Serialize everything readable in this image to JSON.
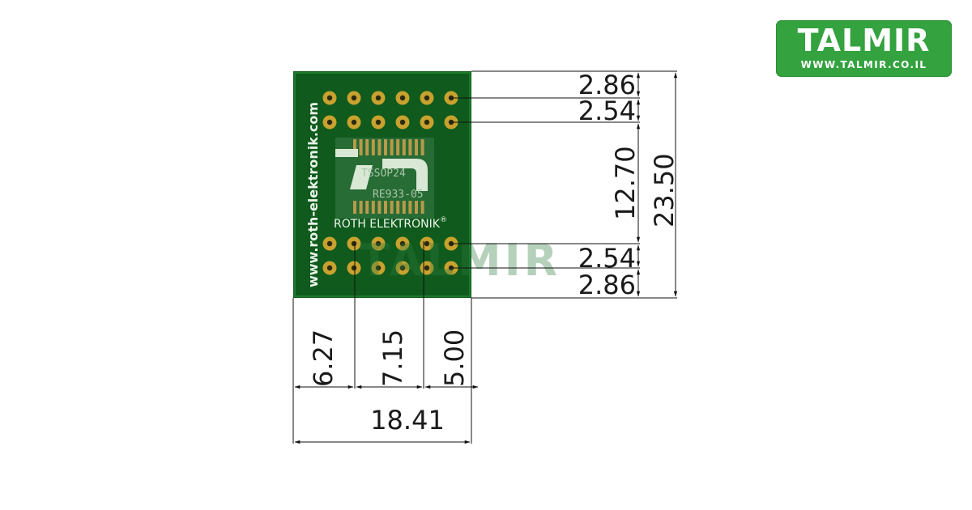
{
  "logo": {
    "brand": "TALMIR",
    "url": "WWW.TALMIR.CO.IL",
    "bg": "#33a23f"
  },
  "board": {
    "vertical_url": "www.roth-elektronik.com",
    "package_label": "TSSOP24",
    "part_label": "RE933-05",
    "maker": "ROTH ELEKTRONIK",
    "maker_mark": "®",
    "watermark": "TALMIR",
    "pcb_color": "#0f5a1c",
    "pad_color": "#c8a22e"
  },
  "dimensions": {
    "right_top_1": "2.86",
    "right_top_2": "2.54",
    "right_middle": "12.70",
    "right_bottom_2": "2.54",
    "right_bottom_1": "2.86",
    "total_height": "23.50",
    "bottom_left": "6.27",
    "bottom_middle": "7.15",
    "bottom_right": "5.00",
    "total_width": "18.41"
  }
}
